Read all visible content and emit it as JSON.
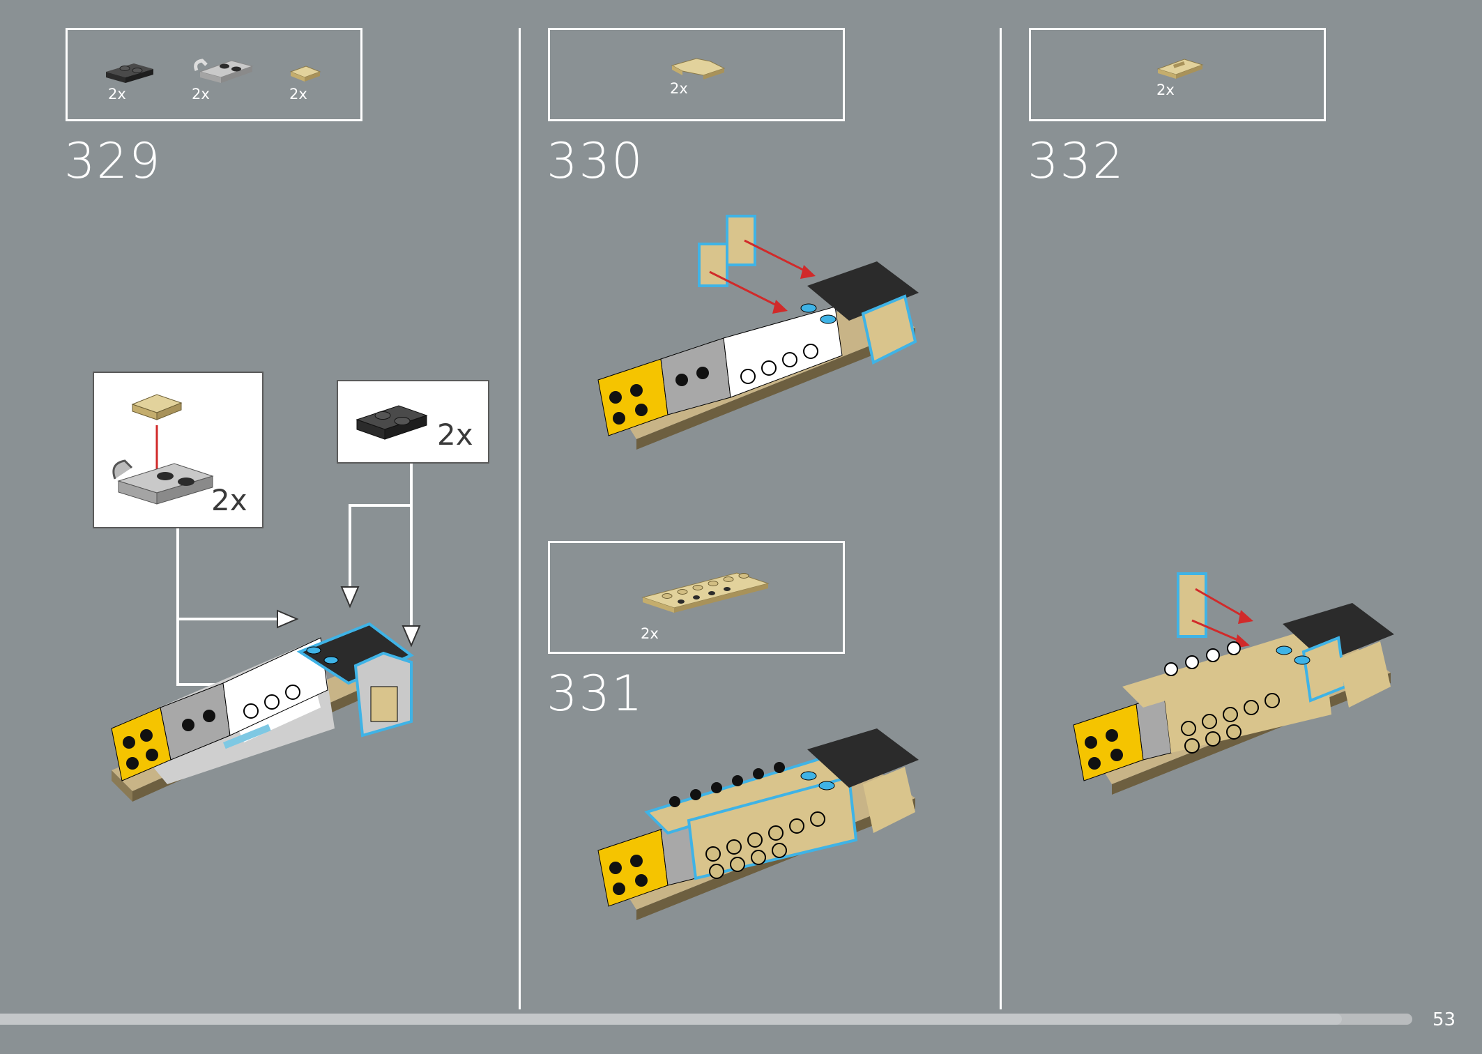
{
  "page_number": "53",
  "progress": 0.95,
  "steps": [
    {
      "number": "329",
      "parts": [
        {
          "qty": "2x"
        },
        {
          "qty": "2x"
        },
        {
          "qty": "2x"
        }
      ],
      "callouts": [
        {
          "qty": "2x"
        },
        {
          "qty": "2x"
        }
      ]
    },
    {
      "number": "330",
      "parts": [
        {
          "qty": "2x"
        }
      ]
    },
    {
      "number": "331",
      "parts": [
        {
          "qty": "2x"
        }
      ]
    },
    {
      "number": "332",
      "parts": [
        {
          "qty": "2x"
        }
      ]
    }
  ],
  "colors": {
    "background": "#8a9194",
    "yellow": "#f5c400",
    "tan": "#d9c48c",
    "black": "#2b2b2b",
    "white": "#ffffff",
    "light_grey": "#a8a8a8",
    "highlight": "#3fb3e6",
    "arrow_red": "#d12a2a"
  }
}
